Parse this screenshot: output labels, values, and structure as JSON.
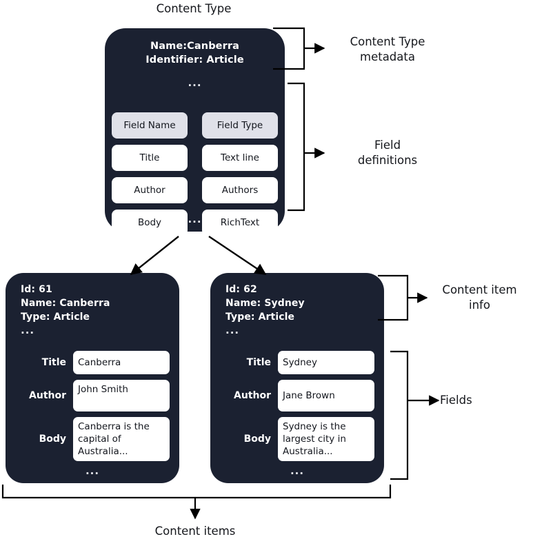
{
  "diagram": {
    "title_label": "Content Type",
    "bottom_label": "Content items",
    "ellipsis": "...",
    "colors": {
      "card_background": "#1b2131",
      "card_text": "#ffffff",
      "value_box_background": "#ffffff",
      "header_cell_background": "#e0e1e9",
      "page_background": "#ffffff",
      "line_color": "#000000"
    }
  },
  "content_type": {
    "metadata": {
      "name_line": "Name:Canberra",
      "identifier_line": "Identifier: Article",
      "ellipsis": "..."
    },
    "field_table": {
      "headers": [
        "Field Name",
        "Field Type"
      ],
      "rows": [
        [
          "Title",
          "Text line"
        ],
        [
          "Author",
          "Authors"
        ],
        [
          "Body",
          "RichText"
        ]
      ],
      "ellipsis": "..."
    }
  },
  "annotations": {
    "content_type_metadata": "Content Type\nmetadata",
    "field_definitions": "Field\ndefinitions",
    "content_item_info": "Content item\ninfo",
    "fields": "Fields"
  },
  "content_items": [
    {
      "info": {
        "id_line": "Id: 61",
        "name_line": "Name: Canberra",
        "type_line": "Type: Article",
        "ellipsis": "..."
      },
      "fields": [
        {
          "label": "Title",
          "value": "Canberra"
        },
        {
          "label": "Author",
          "value": "John Smith"
        },
        {
          "label": "Body",
          "value": "Canberra is the capital of Australia..."
        }
      ],
      "ellipsis": "..."
    },
    {
      "info": {
        "id_line": "Id: 62",
        "name_line": "Name: Sydney",
        "type_line": "Type: Article",
        "ellipsis": "..."
      },
      "fields": [
        {
          "label": "Title",
          "value": "Sydney"
        },
        {
          "label": "Author",
          "value": "Jane Brown"
        },
        {
          "label": "Body",
          "value": "Sydney is the largest city in Australia..."
        }
      ],
      "ellipsis": "..."
    }
  ]
}
